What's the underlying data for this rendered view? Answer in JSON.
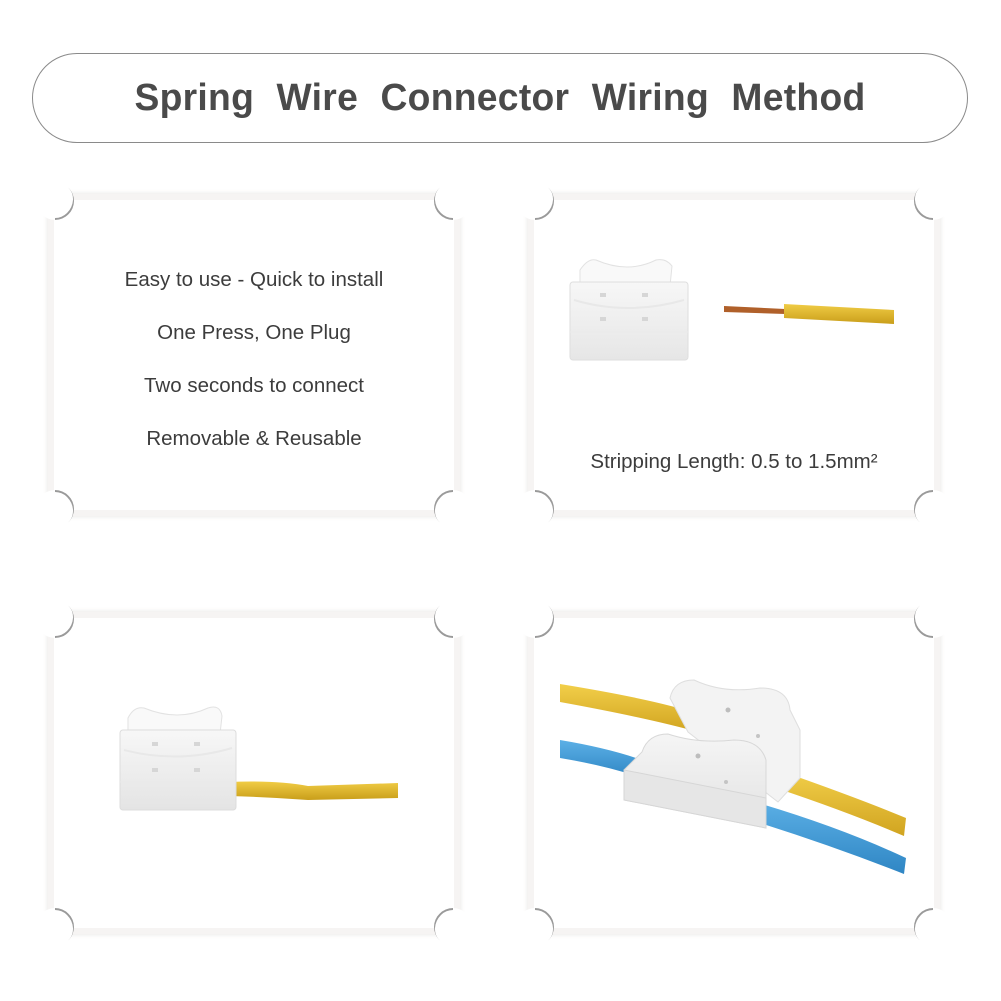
{
  "title": "Spring Wire Connector Wiring Method",
  "panels": [
    {
      "id": "features",
      "features": [
        "Easy to use - Quick to install",
        "One Press, One Plug",
        "Two seconds to connect",
        "Removable & Reusable"
      ]
    },
    {
      "id": "stripping",
      "caption": "Stripping Length: 0.5 to 1.5mm²",
      "illustration": "connector-and-stripped-yellow-wire"
    },
    {
      "id": "single-wire-inserted",
      "illustration": "connector-with-yellow-wire-inserted"
    },
    {
      "id": "two-wires-connected",
      "illustration": "connector-joining-yellow-and-blue-wires"
    }
  ],
  "colors": {
    "title_text": "#4a4a4a",
    "body_text": "#3c3c3c",
    "banner_border": "#8a8a8a",
    "wire_yellow": "#e6b92a",
    "wire_blue": "#3b97d6",
    "copper": "#b0602a",
    "connector_white": "#f4f4f4"
  }
}
